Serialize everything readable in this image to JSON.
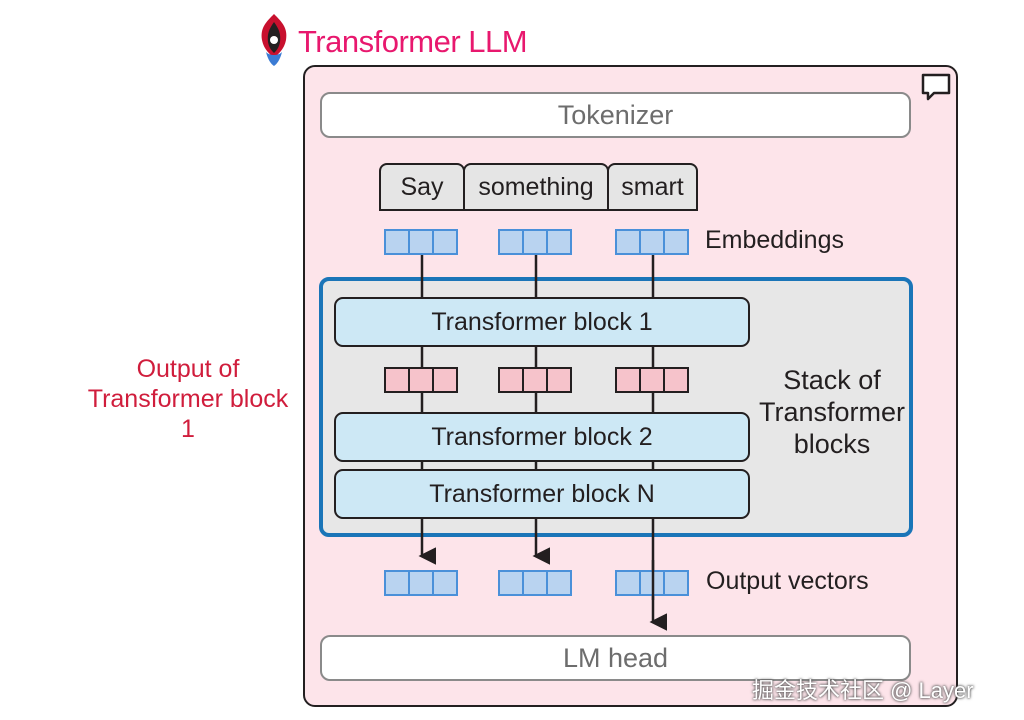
{
  "title": "Transformer LLM",
  "tokenizer_label": "Tokenizer",
  "tokens": [
    "Say",
    "something",
    "smart"
  ],
  "embeddings_label": "Embeddings",
  "blocks": [
    "Transformer block 1",
    "Transformer block 2",
    "Transformer block N"
  ],
  "stack_label": [
    "Stack of",
    "Transformer",
    "blocks"
  ],
  "side_label": [
    "Output of",
    "Transformer block 1"
  ],
  "output_label": "Output vectors",
  "lmhead_label": "LM head",
  "watermark": "掘金技术社区 @ Layer",
  "colors": {
    "title": "#e8186e",
    "outer_bg": "#fde4ea",
    "stack_border": "#1a75b8",
    "block_fill": "#cde8f5",
    "vector_blue": "#b9d3f0",
    "vector_red": "#f6c3cb",
    "side_label": "#d01d3c"
  }
}
